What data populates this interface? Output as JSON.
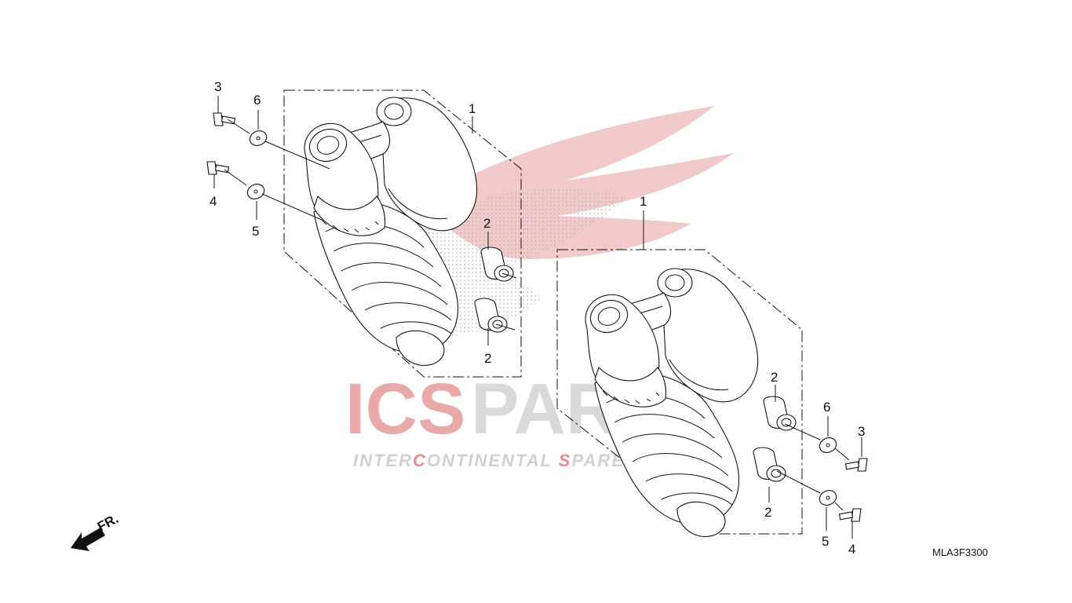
{
  "diagram": {
    "diagram_code": "MLA3F3300",
    "front_marker": "FR.",
    "watermark": {
      "brand_first": "ICS",
      "brand_second": "PARTS",
      "tagline_pieces": [
        "INTER",
        "C",
        "ONTINENTAL ",
        "S",
        "PARE PARTS"
      ],
      "colors": {
        "red": "#e9a9a9",
        "grey": "#d9d9d9",
        "tagline_grey": "#d0d0d0",
        "tagline_red": "#e58b8b"
      }
    },
    "assemblies": [
      {
        "callouts": [
          {
            "number": "1"
          },
          {
            "number": "2"
          },
          {
            "number": "2"
          },
          {
            "number": "3"
          },
          {
            "number": "4"
          },
          {
            "number": "5"
          },
          {
            "number": "6"
          }
        ]
      },
      {
        "callouts": [
          {
            "number": "1"
          },
          {
            "number": "2"
          },
          {
            "number": "2"
          },
          {
            "number": "3"
          },
          {
            "number": "4"
          },
          {
            "number": "5"
          },
          {
            "number": "6"
          }
        ]
      }
    ],
    "colors": {
      "line": "#111111",
      "background": "#ffffff",
      "dot_pattern": "#b8b8b8"
    }
  }
}
